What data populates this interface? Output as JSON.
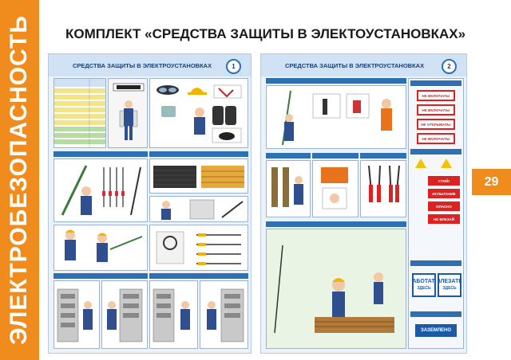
{
  "side": {
    "title": "ЭЛЕКТРОБЕЗОПАСНОСТЬ"
  },
  "header": {
    "title": "КОМПЛЕКТ «СРЕДСТВА ЗАЩИТЫ В ЭЛЕКТОУСТАНОВКАХ»"
  },
  "page_number": "29",
  "posters": [
    {
      "title": "СРЕДСТВА ЗАЩИТЫ В ЭЛЕКТРОУСТАНОВКАХ",
      "number": "1"
    },
    {
      "title": "СРЕДСТВА ЗАЩИТЫ В ЭЛЕКТРОУСТАНОВКАХ",
      "number": "2"
    }
  ],
  "signs": {
    "work_here": [
      "РАБОТАТЬ",
      "ЗДЕСЬ"
    ],
    "climb_here": [
      "ВЛЕЗАТЬ",
      "ЗДЕСЬ"
    ],
    "grounded": "ЗАЗЕМЛЕНО"
  },
  "colors": {
    "accent": "#f08c1e",
    "poster_bg": "#eaf2fb",
    "poster_blue": "#1d5aa6"
  }
}
